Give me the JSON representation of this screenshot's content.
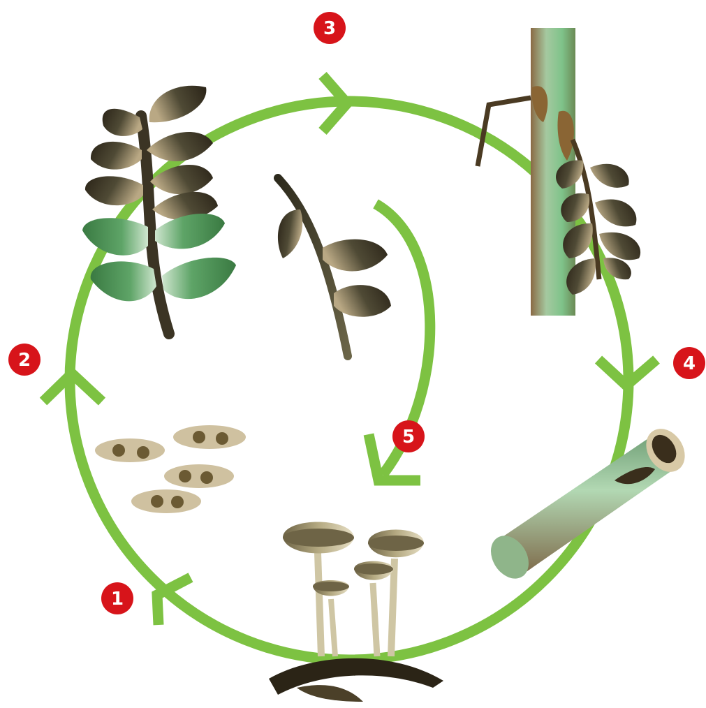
{
  "diagram": {
    "cycle_color": "#7dc242",
    "badge_color": "#d7141a",
    "step_labels": [
      "1",
      "2",
      "3",
      "4",
      "5"
    ],
    "stages": [
      {
        "name": "apothecia-fruiting-bodies",
        "icon": "mushroom-cups-icon"
      },
      {
        "name": "ascospores",
        "icon": "spores-icon"
      },
      {
        "name": "infected-leaves",
        "icon": "leaf-branch-icon"
      },
      {
        "name": "stem-lesions",
        "icon": "stem-lesion-icon"
      },
      {
        "name": "infected-leaf-rachis",
        "icon": "fallen-rachis-icon"
      },
      {
        "name": "infected-stem-section",
        "icon": "stem-section-icon"
      }
    ]
  }
}
